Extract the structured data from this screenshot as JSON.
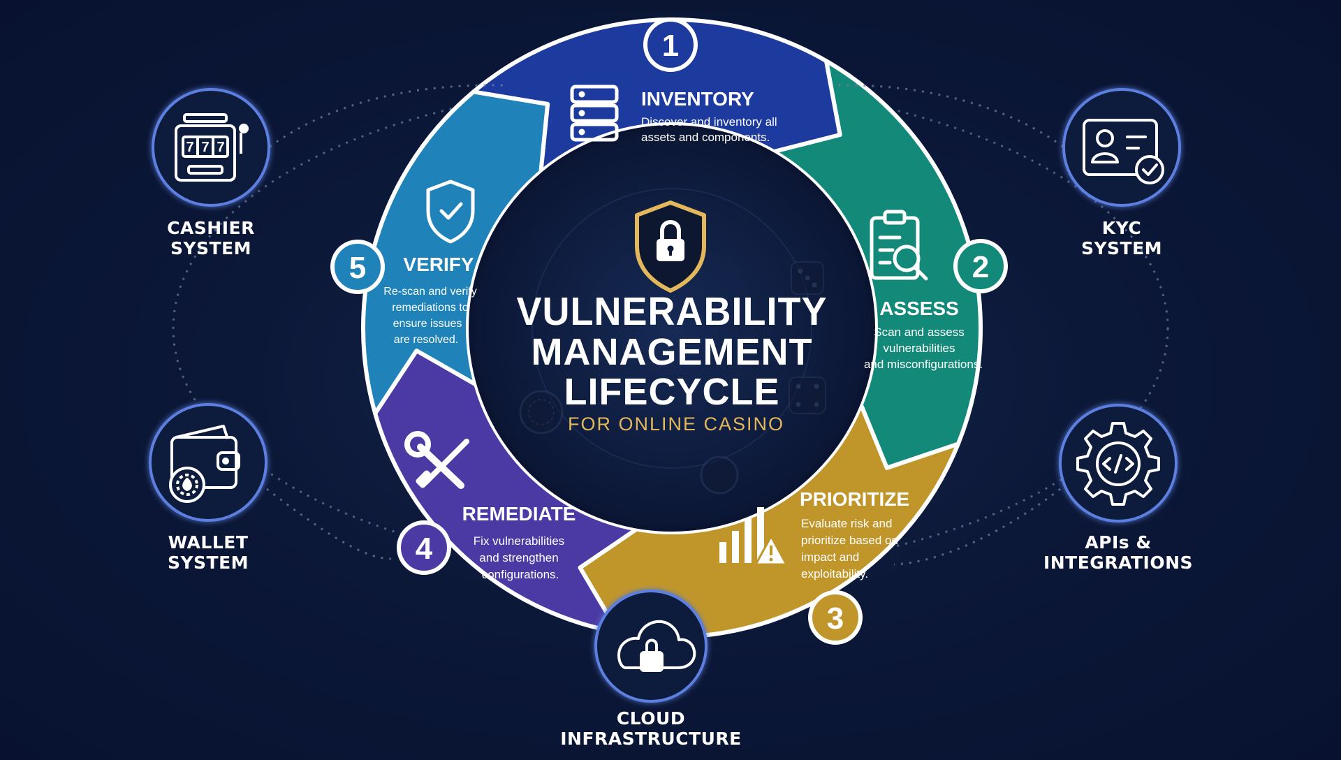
{
  "title": {
    "line1": "VULNERABILITY",
    "line2": "MANAGEMENT",
    "line3": "LIFECYCLE",
    "subtitle": "FOR ONLINE CASINO"
  },
  "colors": {
    "inventory": "#1d3a9e",
    "assess": "#13897a",
    "prioritize": "#c0962a",
    "remediate": "#4b3aa4",
    "verify": "#1f82b8",
    "gold": "#e3b75b",
    "ring_outline": "#ffffff",
    "node_border": "#5b7fe0"
  },
  "steps": [
    {
      "number": "1",
      "title": "INVENTORY",
      "desc1": "Discover and inventory all",
      "desc2": "assets and components.",
      "icon": "server-icon"
    },
    {
      "number": "2",
      "title": "ASSESS",
      "desc1": "Scan and assess",
      "desc2": "vulnerabilities",
      "desc3": "and misconfigurations.",
      "icon": "clipboard-search-icon"
    },
    {
      "number": "3",
      "title": "PRIORITIZE",
      "desc1": "Evaluate risk and",
      "desc2": "prioritize based on",
      "desc3": "impact and",
      "desc4": "exploitability.",
      "icon": "bar-chart-warning-icon"
    },
    {
      "number": "4",
      "title": "REMEDIATE",
      "desc1": "Fix vulnerabilities",
      "desc2": "and strengthen",
      "desc3": "configurations.",
      "icon": "wrench-screwdriver-icon"
    },
    {
      "number": "5",
      "title": "VERIFY",
      "desc1": "Re-scan and verify",
      "desc2": "remediations to",
      "desc3": "ensure issues",
      "desc4": "are resolved.",
      "icon": "shield-check-icon"
    }
  ],
  "systems": {
    "cashier": {
      "label": "CASHIER\nSYSTEM",
      "icon": "slot-machine-icon"
    },
    "kyc": {
      "label": "KYC\nSYSTEM",
      "icon": "id-card-check-icon"
    },
    "wallet": {
      "label": "WALLET\nSYSTEM",
      "icon": "wallet-chip-icon"
    },
    "apis": {
      "label": "APIs &\nINTEGRATIONS",
      "icon": "gear-code-icon"
    },
    "cloud": {
      "label": "CLOUD\nINFRASTRUCTURE",
      "icon": "cloud-lock-icon"
    }
  }
}
